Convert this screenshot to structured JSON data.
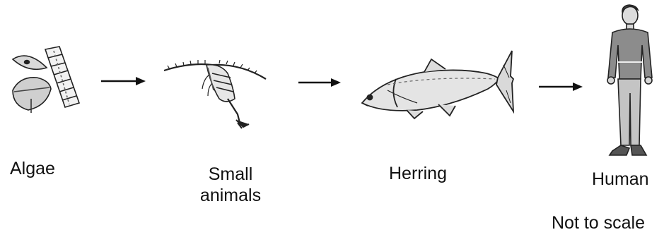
{
  "food_chain": {
    "stages": [
      {
        "label": "Algae",
        "icon": "algae-icon"
      },
      {
        "label": "Small\nanimals",
        "icon": "small-animal-icon"
      },
      {
        "label": "Herring",
        "icon": "herring-icon"
      },
      {
        "label": "Human",
        "icon": "human-icon"
      }
    ],
    "arrows": 3,
    "note": "Not to scale"
  }
}
